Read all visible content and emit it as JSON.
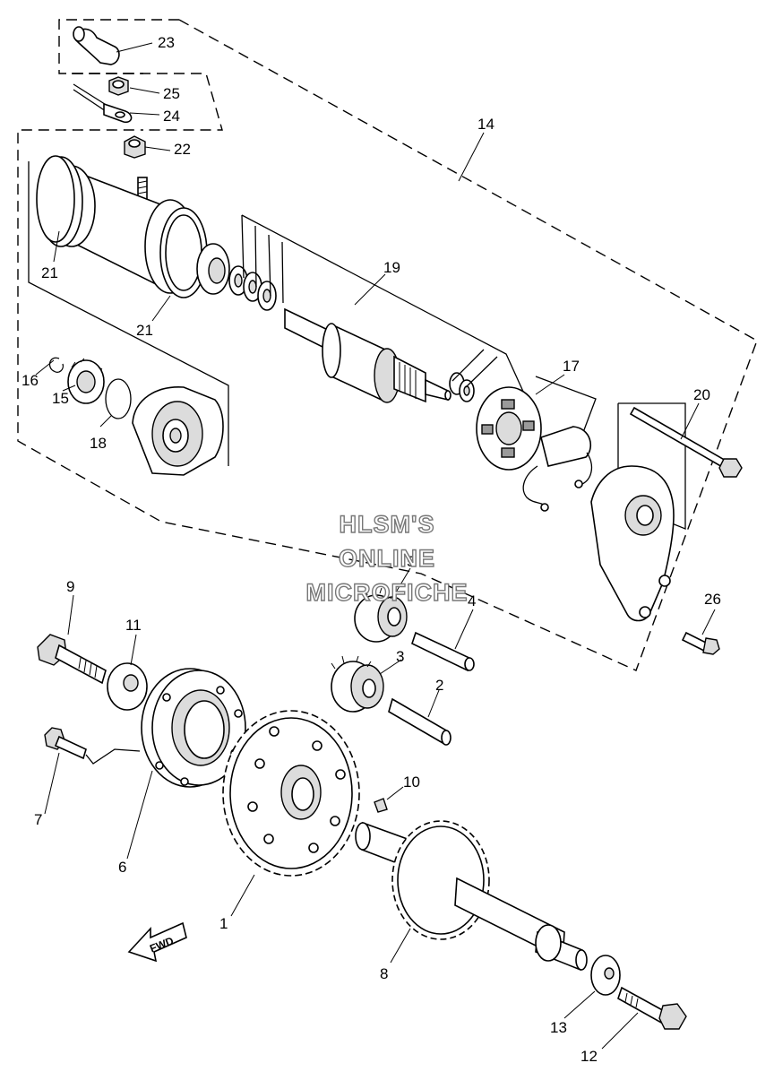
{
  "callouts": {
    "c1": "1",
    "c2": "2",
    "c3": "3",
    "c4": "4",
    "c5": "5",
    "c6": "6",
    "c7": "7",
    "c8": "8",
    "c9": "9",
    "c10": "10",
    "c11": "11",
    "c12": "12",
    "c13": "13",
    "c14": "14",
    "c15": "15",
    "c16": "16",
    "c17": "17",
    "c18": "18",
    "c19": "19",
    "c20": "20",
    "c21a": "21",
    "c21b": "21",
    "c22": "22",
    "c23": "23",
    "c24": "24",
    "c25": "25",
    "c26": "26"
  },
  "watermark": {
    "line1": "HLSM'S",
    "line2": "ONLINE",
    "line3": "MICROFICHE"
  },
  "fwd_label": "FWD"
}
